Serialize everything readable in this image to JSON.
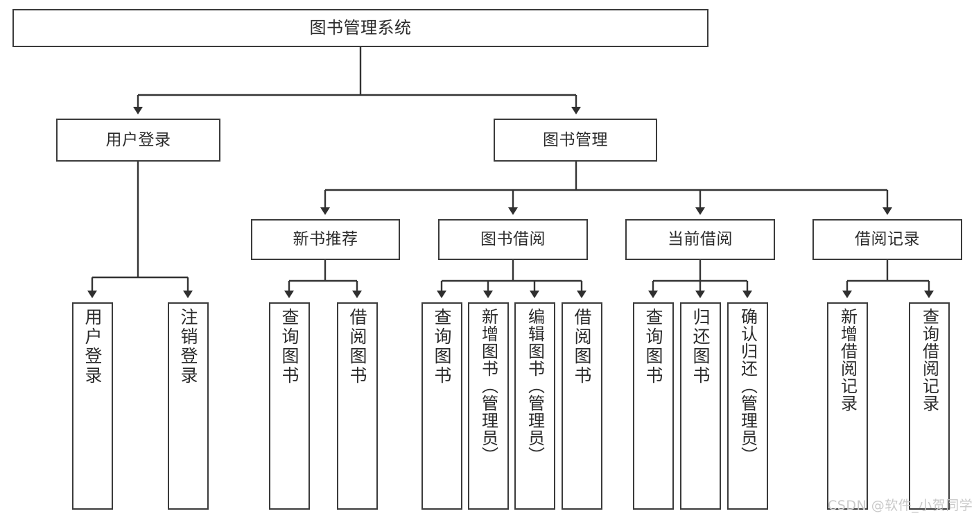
{
  "diagram": {
    "title": "图书管理系统",
    "type": "tree-hierarchy",
    "root": {
      "label": "图书管理系统"
    },
    "level2": [
      {
        "label": "用户登录"
      },
      {
        "label": "图书管理"
      }
    ],
    "level3": [
      {
        "label": "新书推荐"
      },
      {
        "label": "图书借阅"
      },
      {
        "label": "当前借阅"
      },
      {
        "label": "借阅记录"
      }
    ],
    "leaves": {
      "user_login": [
        {
          "label": "用户登录"
        },
        {
          "label": "注销登录"
        }
      ],
      "new_book_recommend": [
        {
          "label": "查询图书"
        },
        {
          "label": "借阅图书"
        }
      ],
      "book_borrow": [
        {
          "label": "查询图书"
        },
        {
          "label": "新增图书（管理员）"
        },
        {
          "label": "编辑图书（管理员）"
        },
        {
          "label": "借阅图书"
        }
      ],
      "current_borrow": [
        {
          "label": "查询图书"
        },
        {
          "label": "归还图书"
        },
        {
          "label": "确认归还（管理员）"
        }
      ],
      "borrow_record": [
        {
          "label": "新增借阅记录"
        },
        {
          "label": "查询借阅记录"
        }
      ]
    }
  },
  "watermark": {
    "text": "CSDN @软件_小贺同学"
  },
  "colors": {
    "border": "#3b3b3b",
    "text": "#2b2b2b",
    "line": "#333333",
    "background": "#ffffff",
    "watermark": "#c9c9c9"
  }
}
